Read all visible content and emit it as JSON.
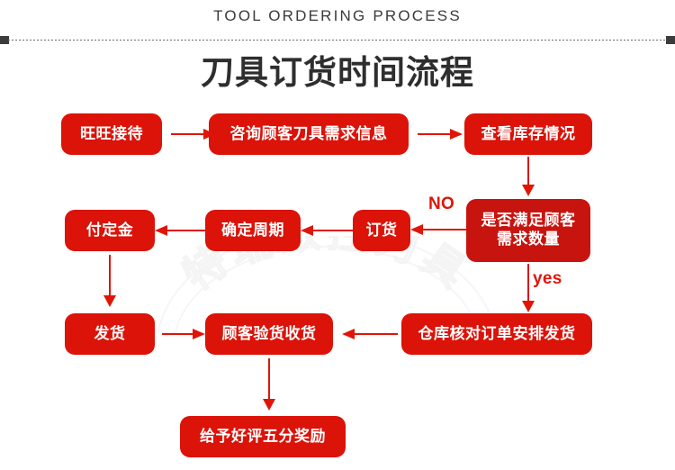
{
  "header": {
    "eyebrow": "TOOL ORDERING PROCESS",
    "title": "刀具订货时间流程"
  },
  "watermark": {
    "text": "特瑞数控刀具"
  },
  "flow": {
    "nodes": [
      {
        "id": "n1",
        "label": "旺旺接待"
      },
      {
        "id": "n2",
        "label": "咨询顾客刀具需求信息"
      },
      {
        "id": "n3",
        "label": "查看库存情况"
      },
      {
        "id": "n4",
        "label": "是否满足顾客\n需求数量"
      },
      {
        "id": "n5",
        "label": "订货"
      },
      {
        "id": "n6",
        "label": "确定周期"
      },
      {
        "id": "n7",
        "label": "付定金"
      },
      {
        "id": "n8",
        "label": "发货"
      },
      {
        "id": "n9",
        "label": "顾客验货收货"
      },
      {
        "id": "n10",
        "label": "仓库核对订单安排发货"
      },
      {
        "id": "n11",
        "label": "给予好评五分奖励"
      }
    ],
    "edge_labels": {
      "no": "NO",
      "yes": "yes"
    }
  },
  "colors": {
    "box_red": "#db1309",
    "box_red_dark": "#c8140f",
    "arrow_red": "#e01508",
    "title_gray": "#2e2e2e"
  }
}
